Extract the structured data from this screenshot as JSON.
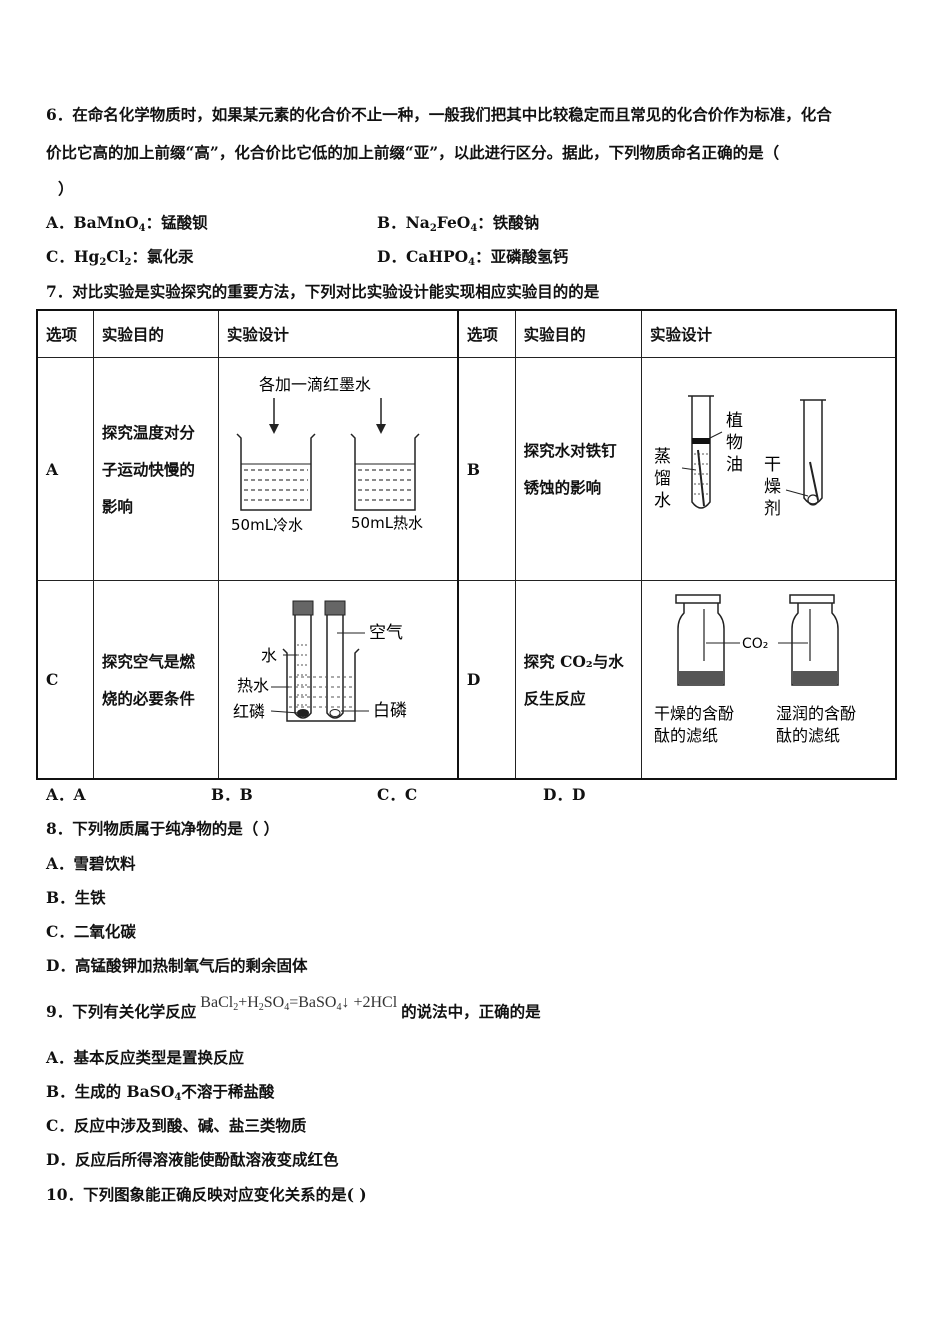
{
  "q6": {
    "line1": "6．在命名化学物质时，如果某元素的化合价不止一种，一般我们把其中比较稳定而且常见的化合价作为标准，化合",
    "line2": "价比它高的加上前缀“高”，化合价比它低的加上前缀“亚”，以此进行区分。据此，下列物质命名正确的是（",
    "line3": "）",
    "optA": {
      "prefix": "A．BaMnO",
      "sub": "4",
      "suffix": "：锰酸钡"
    },
    "optB": {
      "prefix": "B．Na",
      "sub1": "2",
      "mid": "FeO",
      "sub2": "4",
      "suffix": "：铁酸钠"
    },
    "optC": {
      "prefix": "C．Hg",
      "sub1": "2",
      "mid": "Cl",
      "sub2": "2",
      "suffix": "：氯化汞"
    },
    "optD": {
      "prefix": "D．CaHPO",
      "sub": "4",
      "suffix": "：亚磷酸氢钙"
    }
  },
  "q7": {
    "stem": "7．对比实验是实验探究的重要方法，下列对比实验设计能实现相应实验目的的是",
    "headers": [
      "选项",
      "实验目的",
      "实验设计",
      "选项",
      "实验目的",
      "实验设计"
    ],
    "rows": [
      {
        "opt": "A",
        "purpose": [
          "探究温度对分",
          "子运动快慢的",
          "影响"
        ],
        "fig": {
          "top": "各加一滴红墨水",
          "left": "50mL冷水",
          "right": "50mL热水"
        }
      },
      {
        "opt": "B",
        "purpose": [
          "探究水对铁钉",
          "锈蚀的影响"
        ],
        "fig": {
          "oil": [
            "植",
            "物",
            "油"
          ],
          "water": [
            "蒸",
            "馏",
            "水"
          ],
          "dry": [
            "干",
            "燥",
            "剂"
          ]
        }
      },
      {
        "opt": "C",
        "purpose": [
          "探究空气是燃",
          "烧的必要条件"
        ],
        "fig": {
          "air": "空气",
          "water": "水",
          "hot": "热水",
          "red": "红磷",
          "white": "白磷"
        }
      },
      {
        "opt": "D",
        "purpose": [
          "探究 CO₂与水",
          "反生反应"
        ],
        "fig": {
          "gas": "CO₂",
          "left": [
            "干燥的含酚",
            "酞的滤纸"
          ],
          "right": [
            "湿润的含酚",
            "酞的滤纸"
          ]
        }
      }
    ],
    "answers": [
      "A．A",
      "B．B",
      "C．C",
      "D．D"
    ]
  },
  "q8": {
    "stem": "8．下列物质属于纯净物的是（   ）",
    "options": [
      "A．雪碧饮料",
      "B．生铁",
      "C．二氧化碳",
      "D．高锰酸钾加热制氧气后的剩余固体"
    ]
  },
  "q9": {
    "pre": "9．下列有关化学反应",
    "post": "的说法中，正确的是",
    "eq": {
      "a": "BaCl",
      "a2": "2",
      "b": "+H",
      "b2": "2",
      "c": "SO",
      "c2": "4",
      "d": "=BaSO",
      "d2": "4",
      "e": "↓ +2HCl"
    },
    "options": [
      {
        "text": "A．基本反应类型是置换反应"
      },
      {
        "prefix": "B．生成的 BaSO",
        "sub": "4",
        "suffix": "不溶于稀盐酸"
      },
      {
        "text": "C．反应中涉及到酸、碱、盐三类物质"
      },
      {
        "text": "D．反应后所得溶液能使酚酞溶液变成红色"
      }
    ]
  },
  "q10": {
    "stem": "10．下列图象能正确反映对应变化关系的是(   )"
  }
}
